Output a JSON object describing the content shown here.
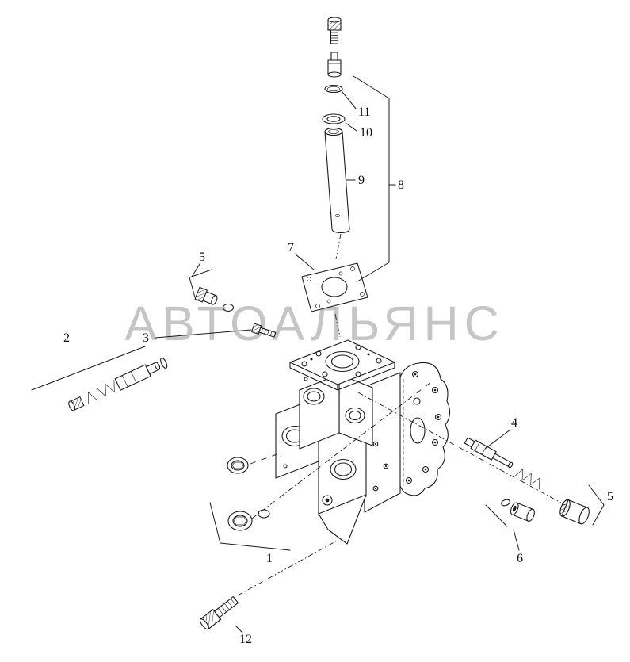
{
  "diagram": {
    "watermark": "АВТОАЛЬЯНС",
    "colors": {
      "background": "#ffffff",
      "line": "#1b1b1b",
      "watermark": "#c5c5c5"
    },
    "callouts": [
      {
        "label": "1"
      },
      {
        "label": "2"
      },
      {
        "label": "3"
      },
      {
        "label": "4"
      },
      {
        "label": "5"
      },
      {
        "label": "5"
      },
      {
        "label": "6"
      },
      {
        "label": "7"
      },
      {
        "label": "8"
      },
      {
        "label": "9"
      },
      {
        "label": "10"
      },
      {
        "label": "11"
      },
      {
        "label": "12"
      }
    ]
  }
}
